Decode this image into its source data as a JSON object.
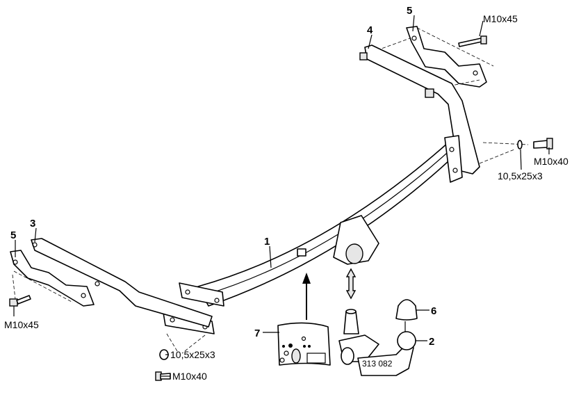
{
  "diagram": {
    "part_numbers": {
      "crossbar": "1",
      "towball": "2",
      "left_bracket": "3",
      "right_bracket": "4",
      "plate_right": "5",
      "plate_left": "5",
      "cover_cap": "6",
      "label_plate": "7"
    },
    "hardware": {
      "bolt_top_right": "M10x45",
      "bolt_right": "M10x40",
      "washer_right": "10,5x25x3",
      "bolt_left": "M10x45",
      "washer_bottom": "10,5x25x3",
      "bolt_bottom": "M10x40"
    },
    "towball_marking": "313 082"
  }
}
